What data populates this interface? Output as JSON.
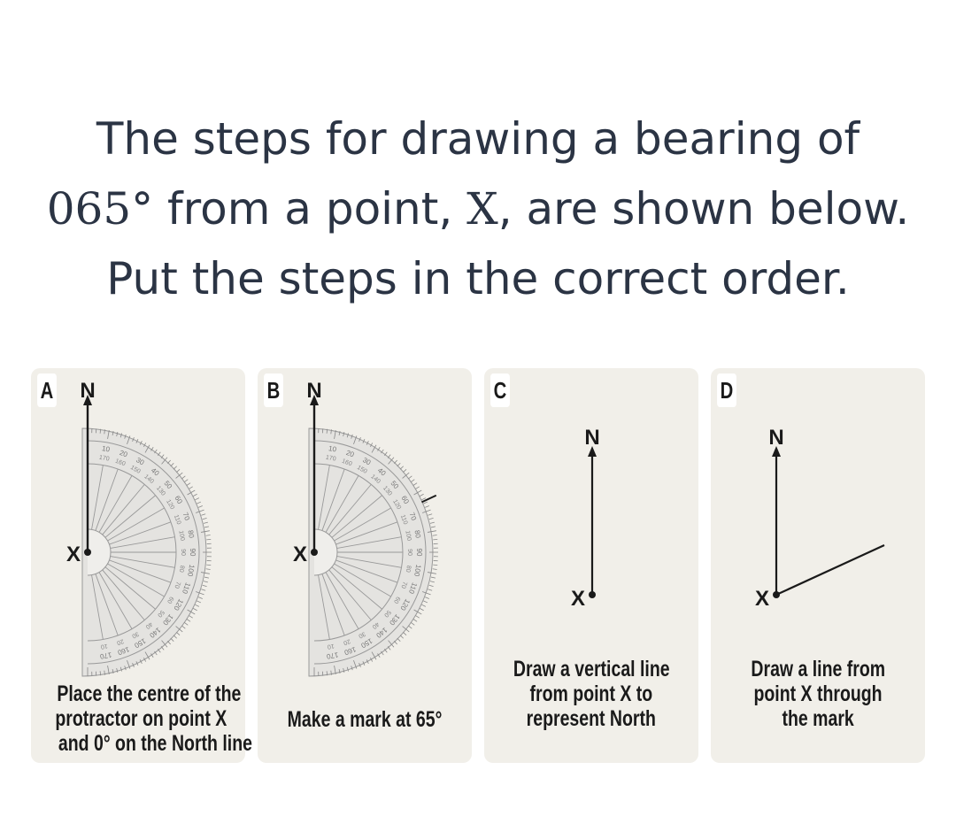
{
  "question": {
    "line1": "The steps for drawing a bearing of",
    "bearing": "065°",
    "line2_mid": " from a point, ",
    "point": "X",
    "line2_end": ", are shown below.",
    "line3": "Put the steps in the correct order."
  },
  "cards": [
    {
      "letter": "A",
      "north_label": "N",
      "point_label": "X",
      "caption": [
        "Place the centre of the",
        "protractor on point X",
        "and 0° on the North line"
      ]
    },
    {
      "letter": "B",
      "north_label": "N",
      "point_label": "X",
      "caption": [
        "Make a mark at 65°"
      ]
    },
    {
      "letter": "C",
      "north_label": "N",
      "point_label": "X",
      "caption": [
        "Draw a vertical line",
        "from point X to",
        "represent North"
      ]
    },
    {
      "letter": "D",
      "north_label": "N",
      "point_label": "X",
      "caption": [
        "Draw a line from",
        "point X through",
        "the mark"
      ]
    }
  ],
  "colors": {
    "text": "#2b3444",
    "card_bg": "#f1efe9",
    "ink": "#1a1a1a"
  }
}
